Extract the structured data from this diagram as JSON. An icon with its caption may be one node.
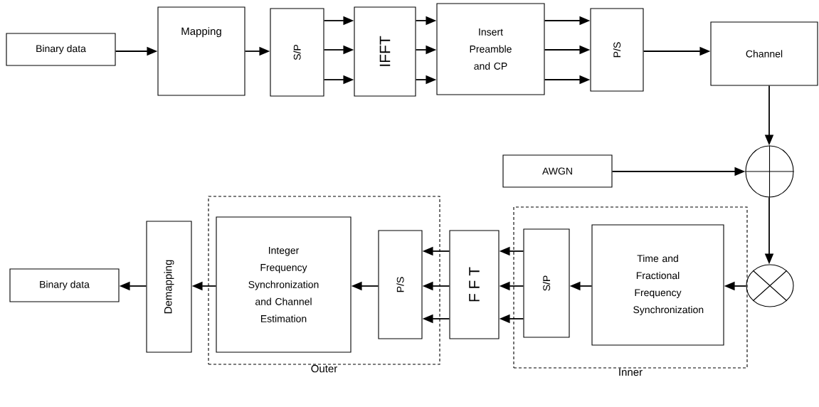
{
  "diagram": {
    "nodes": [
      {
        "text": [
          "Binary data"
        ]
      },
      {
        "text": [
          "Mapping"
        ]
      },
      {
        "text": [
          "S/P"
        ]
      },
      {
        "text": [
          "IFFT"
        ]
      },
      {
        "text": [
          "Insert Preamble and CP"
        ]
      },
      {
        "text": [
          "P/S"
        ]
      },
      {
        "text": [
          "Channel"
        ]
      },
      {
        "text": [
          "AWGN"
        ]
      },
      {
        "text": [],
        "shape": "circle"
      },
      {
        "text": [],
        "shape": "circle"
      },
      {
        "text": [
          "Outer"
        ]
      },
      {
        "text": [
          "Integer Frequency Synchronization and Channel Estimation"
        ],
        "in": 10
      },
      {
        "text": [
          "P/S"
        ],
        "in": 10
      },
      {
        "text": [
          "F F T"
        ]
      },
      {
        "text": [
          "Inner"
        ]
      },
      {
        "text": [
          "S/P"
        ],
        "in": 14
      },
      {
        "text": [
          "Time and Fractional Frequency Synchronization"
        ],
        "in": 14
      },
      {
        "text": [
          "Demapping"
        ]
      },
      {
        "text": [
          "Binary data"
        ]
      }
    ],
    "edges": [
      {
        "from": 0,
        "to": 1,
        "arrow": "to"
      },
      {
        "from": 1,
        "to": 2,
        "arrow": "to"
      },
      {
        "from": 2,
        "to": 3,
        "arrow": "to"
      },
      {
        "from": 2,
        "to": 3,
        "arrow": "to"
      },
      {
        "from": 2,
        "to": 3,
        "arrow": "to"
      },
      {
        "from": 3,
        "to": 4,
        "arrow": "to"
      },
      {
        "from": 3,
        "to": 4,
        "arrow": "to"
      },
      {
        "from": 3,
        "to": 4,
        "arrow": "to"
      },
      {
        "from": 4,
        "to": 5,
        "arrow": "to"
      },
      {
        "from": 4,
        "to": 5,
        "arrow": "to"
      },
      {
        "from": 4,
        "to": 5,
        "arrow": "to"
      },
      {
        "from": 5,
        "to": 6,
        "arrow": "to"
      },
      {
        "from": 6,
        "to": 8,
        "arrow": "to"
      },
      {
        "from": 7,
        "to": 8,
        "arrow": "to"
      },
      {
        "from": 8,
        "to": 9,
        "arrow": "to"
      },
      {
        "from": 9,
        "to": 16,
        "arrow": "to"
      },
      {
        "from": 16,
        "to": 15,
        "arrow": "to"
      },
      {
        "from": 15,
        "to": 13,
        "arrow": "to"
      },
      {
        "from": 15,
        "to": 13,
        "arrow": "to"
      },
      {
        "from": 15,
        "to": 13,
        "arrow": "to"
      },
      {
        "from": 13,
        "to": 12,
        "arrow": "to"
      },
      {
        "from": 13,
        "to": 12,
        "arrow": "to"
      },
      {
        "from": 13,
        "to": 12,
        "arrow": "to"
      },
      {
        "from": 12,
        "to": 11,
        "arrow": "to"
      },
      {
        "from": 11,
        "to": 17,
        "arrow": "to"
      },
      {
        "from": 17,
        "to": 18,
        "arrow": "to"
      }
    ]
  }
}
